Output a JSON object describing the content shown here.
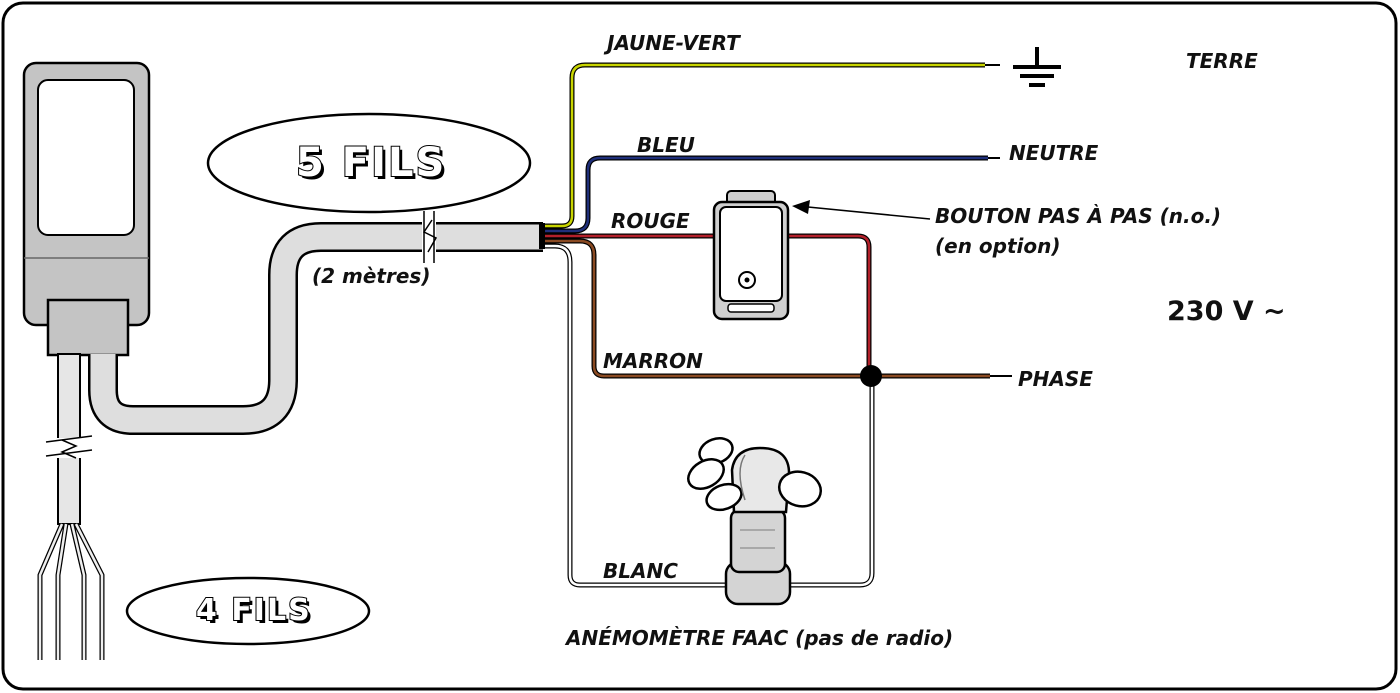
{
  "labels": {
    "five_wires": "5 FILS",
    "four_wires": "4 FILS",
    "length": "(2 mètres)",
    "yellow_green": "JAUNE-VERT",
    "earth": "TERRE",
    "blue": "BLEU",
    "neutral": "NEUTRE",
    "red": "ROUGE",
    "button_line1": "BOUTON  PAS  À  PAS  (n.o.)",
    "button_line2": "(en option)",
    "voltage": "230 V ~",
    "brown": "MARRON",
    "phase": "PHASE",
    "white": "BLANC",
    "anemometer": "ANÉMOMÈTRE FAAC (pas de radio)"
  },
  "colors": {
    "yellow_green_wire": "#c8d400",
    "blue_wire": "#1f2f7a",
    "red_wire": "#b3202a",
    "brown_wire": "#8a4a22",
    "white_wire": "#ffffff",
    "cable_grey": "#dedede",
    "motor_grey": "#bdbdbd"
  }
}
